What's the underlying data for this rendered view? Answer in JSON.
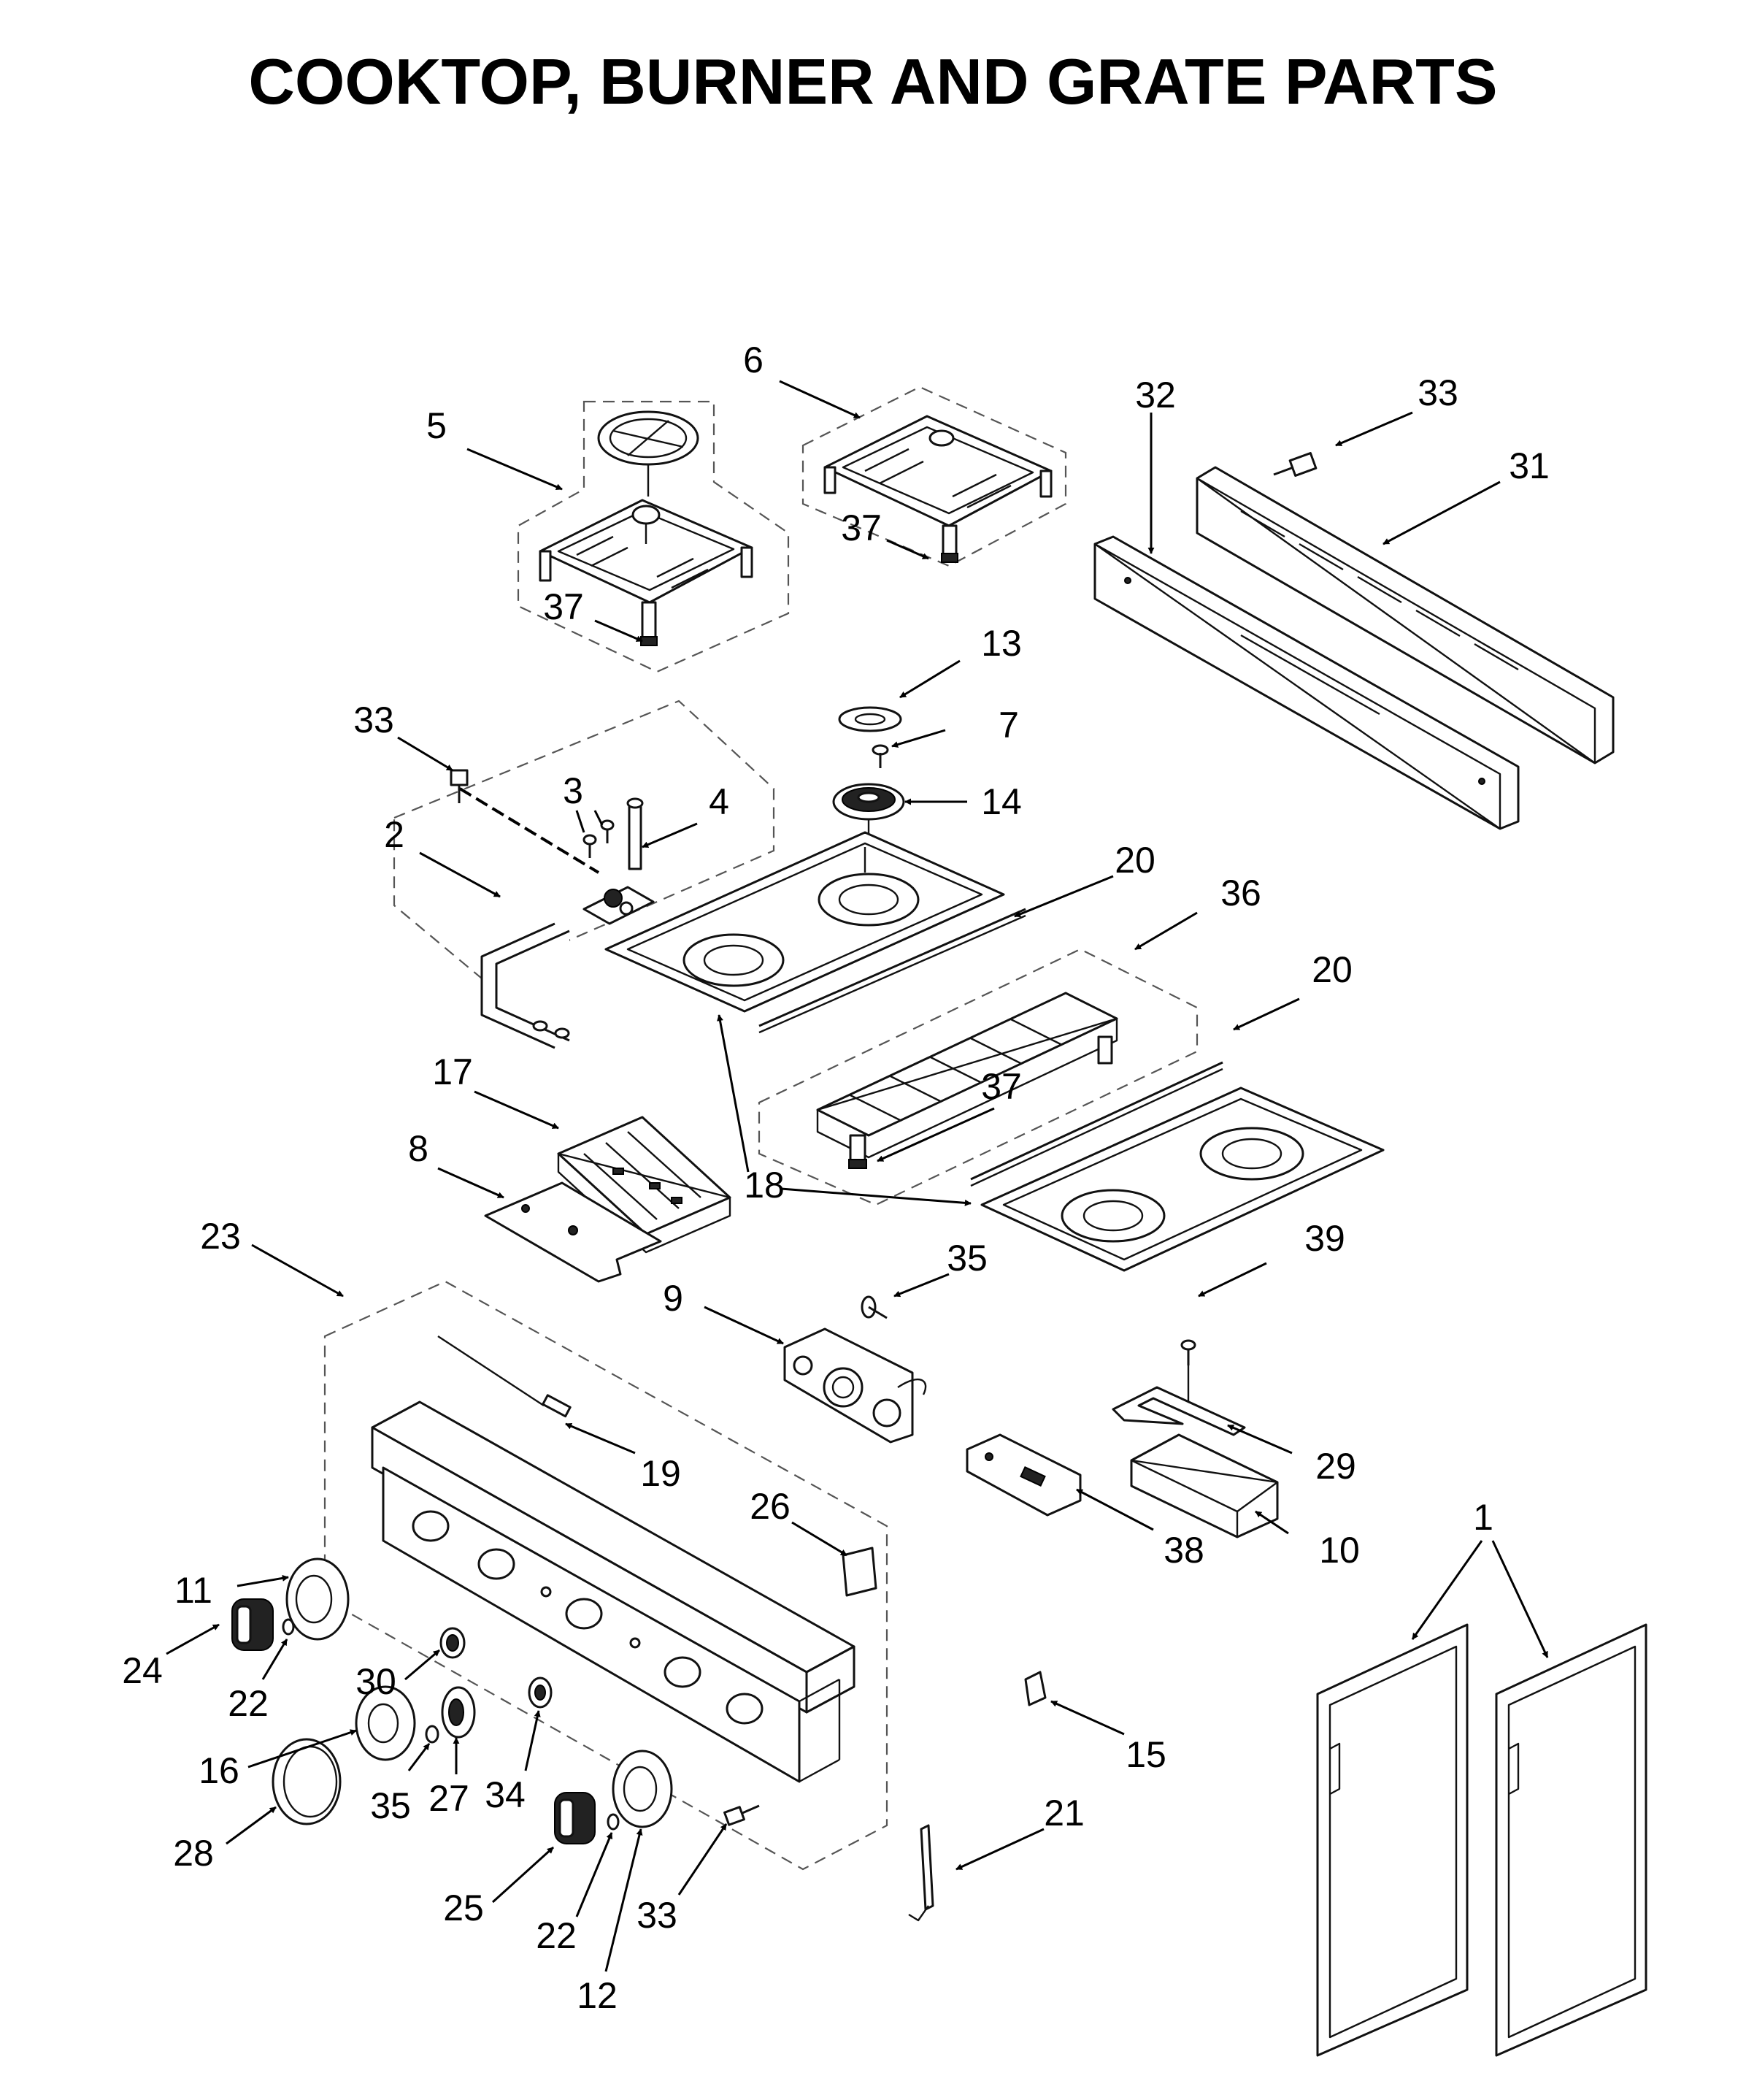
{
  "title": "COOKTOP, BURNER AND GRATE PARTS",
  "callouts": [
    {
      "id": "c5",
      "label": "5"
    },
    {
      "id": "c6",
      "label": "6"
    },
    {
      "id": "c32",
      "label": "32"
    },
    {
      "id": "c33a",
      "label": "33"
    },
    {
      "id": "c31",
      "label": "31"
    },
    {
      "id": "c37a",
      "label": "37"
    },
    {
      "id": "c37b",
      "label": "37"
    },
    {
      "id": "c13",
      "label": "13"
    },
    {
      "id": "c7",
      "label": "7"
    },
    {
      "id": "c33b",
      "label": "33"
    },
    {
      "id": "c3",
      "label": "3"
    },
    {
      "id": "c4",
      "label": "4"
    },
    {
      "id": "c14",
      "label": "14"
    },
    {
      "id": "c2",
      "label": "2"
    },
    {
      "id": "c20a",
      "label": "20"
    },
    {
      "id": "c36",
      "label": "36"
    },
    {
      "id": "c20b",
      "label": "20"
    },
    {
      "id": "c17",
      "label": "17"
    },
    {
      "id": "c37c",
      "label": "37"
    },
    {
      "id": "c8",
      "label": "8"
    },
    {
      "id": "c18",
      "label": "18"
    },
    {
      "id": "c23",
      "label": "23"
    },
    {
      "id": "c35a",
      "label": "35"
    },
    {
      "id": "c39",
      "label": "39"
    },
    {
      "id": "c9",
      "label": "9"
    },
    {
      "id": "c19",
      "label": "19"
    },
    {
      "id": "c29",
      "label": "29"
    },
    {
      "id": "c26",
      "label": "26"
    },
    {
      "id": "c38",
      "label": "38"
    },
    {
      "id": "c10",
      "label": "10"
    },
    {
      "id": "c1",
      "label": "1"
    },
    {
      "id": "c11",
      "label": "11"
    },
    {
      "id": "c24",
      "label": "24"
    },
    {
      "id": "c22a",
      "label": "22"
    },
    {
      "id": "c30",
      "label": "30"
    },
    {
      "id": "c15",
      "label": "15"
    },
    {
      "id": "c16",
      "label": "16"
    },
    {
      "id": "c34",
      "label": "34"
    },
    {
      "id": "c35b",
      "label": "35"
    },
    {
      "id": "c27",
      "label": "27"
    },
    {
      "id": "c21",
      "label": "21"
    },
    {
      "id": "c28",
      "label": "28"
    },
    {
      "id": "c25",
      "label": "25"
    },
    {
      "id": "c22b",
      "label": "22"
    },
    {
      "id": "c33c",
      "label": "33"
    },
    {
      "id": "c12",
      "label": "12"
    }
  ]
}
